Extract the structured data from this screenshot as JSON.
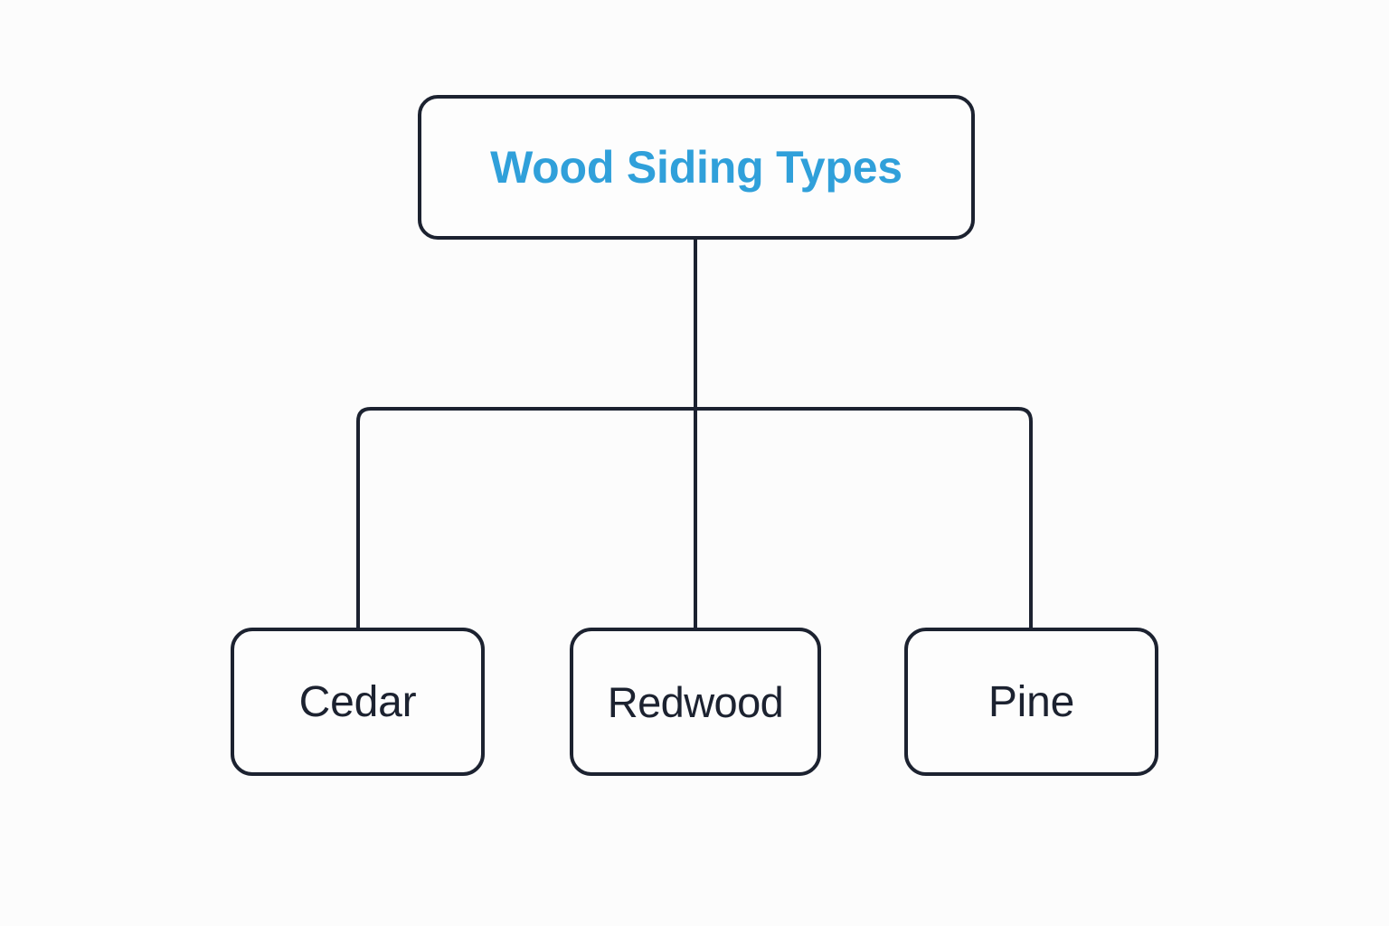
{
  "diagram": {
    "type": "tree",
    "title": "Wood Siding Types",
    "background_color": "#fcfcfc",
    "stroke_color": "#1c2230",
    "accent_color": "#30a0da",
    "root": {
      "label": "Wood Siding Types",
      "text_color": "#30a0da"
    },
    "children": [
      {
        "label": "Cedar",
        "text_color": "#1c2230"
      },
      {
        "label": "Redwood",
        "text_color": "#1c2230"
      },
      {
        "label": "Pine",
        "text_color": "#1c2230"
      }
    ]
  }
}
